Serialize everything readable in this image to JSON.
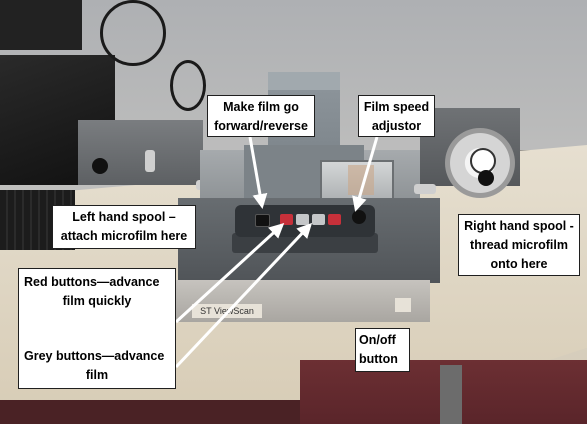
{
  "image": {
    "description_free": true,
    "machine_label": "ST ViewScan",
    "callouts": {
      "film_direction": {
        "line1": "Make film go",
        "line2": "forward/reverse"
      },
      "film_speed": {
        "line1": "Film speed",
        "line2": "adjustor"
      },
      "left_spool": {
        "line1": "Left hand spool –",
        "line2": "attach microfilm here"
      },
      "right_spool": {
        "line1": "Right hand spool -",
        "line2": "thread microfilm",
        "line3": "onto here"
      },
      "red_buttons": {
        "line1": "Red buttons—advance",
        "line2": "film quickly"
      },
      "grey_buttons": {
        "line1": "Grey buttons—advance",
        "line2": "film"
      },
      "power": {
        "line1": "On/off",
        "line2": "button"
      }
    }
  }
}
